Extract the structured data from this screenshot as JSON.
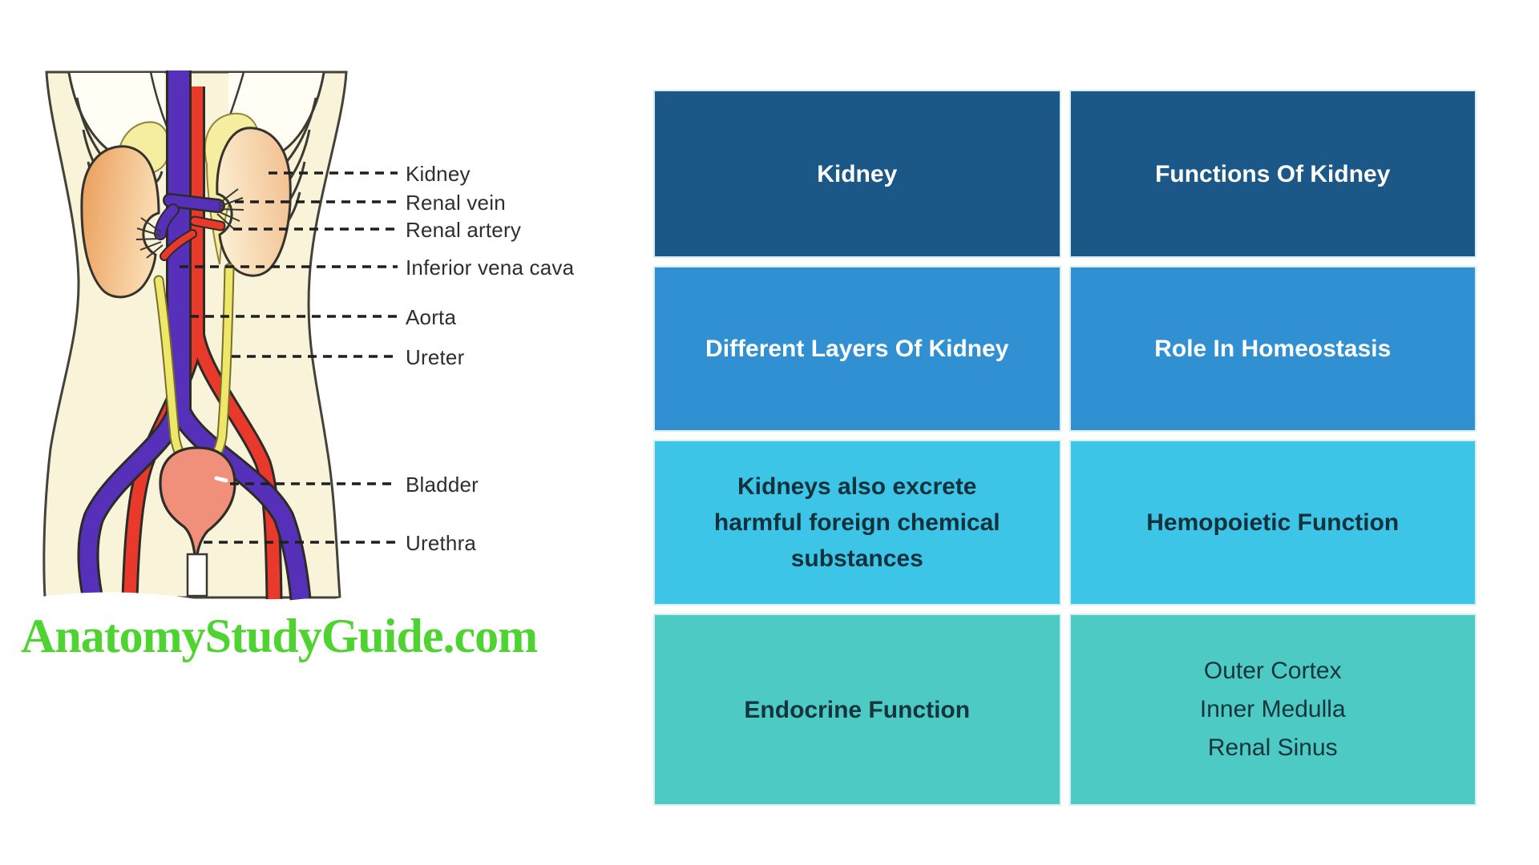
{
  "watermark": {
    "text": "AnatomyStudyGuide.com"
  },
  "anatomy": {
    "labels": [
      {
        "text": "Kidney"
      },
      {
        "text": "Renal vein"
      },
      {
        "text": "Renal artery"
      },
      {
        "text": "Inferior vena cava"
      },
      {
        "text": "Aorta"
      },
      {
        "text": "Ureter"
      },
      {
        "text": "Bladder"
      },
      {
        "text": "Urethra"
      }
    ]
  },
  "table": {
    "rows": [
      {
        "cells": [
          {
            "text": "Kidney"
          },
          {
            "text": "Functions Of Kidney"
          }
        ]
      },
      {
        "cells": [
          {
            "text": "Different Layers Of Kidney"
          },
          {
            "text": "Role In Homeostasis"
          }
        ]
      },
      {
        "cells": [
          {
            "text": "Kidneys also excrete\nharmful foreign chemical\nsubstances"
          },
          {
            "text": "Hemopoietic Function"
          }
        ]
      },
      {
        "cells": [
          {
            "text": "Endocrine Function"
          },
          {
            "text": "Outer Cortex\nInner Medulla\nRenal Sinus"
          }
        ]
      }
    ]
  },
  "colors": {
    "row1_bg": "#1b5787",
    "row2_bg": "#3190d2",
    "row3_bg": "#3cc5e7",
    "row4_bg": "#4ecac4",
    "light_row_text": "#12313c",
    "header_text": "#ffffff",
    "watermark_green": "#4ed331",
    "label_text": "#2e2e2e",
    "vena_cava_purple": "#5630b8",
    "aorta_red": "#e8392b",
    "ureter_yellow": "#efe769",
    "bladder_pink": "#f0907a",
    "kidney_peach": "#eca05e",
    "body_cream": "#f9f3da"
  }
}
